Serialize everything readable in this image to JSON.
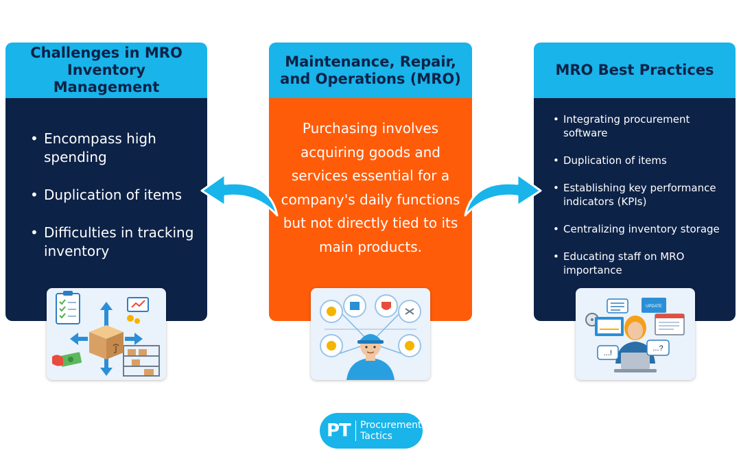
{
  "left": {
    "title": "Challenges in MRO Inventory Management",
    "items": [
      "Encompass high spending",
      "Duplication of items",
      "Difficulties in tracking inventory"
    ]
  },
  "center": {
    "title": "Maintenance, Repair, and Operations (MRO)",
    "body": "Purchasing involves acquiring goods and services essential for a company's daily functions but not directly tied to its main products."
  },
  "right": {
    "title": "MRO Best Practices",
    "items": [
      "Integrating procurement software",
      "Duplication of items",
      "Establishing key performance indicators (KPIs)",
      "Centralizing inventory storage",
      "Educating staff on MRO importance"
    ]
  },
  "illustrations": {
    "left_icon": "inventory-box-icon",
    "center_icon": "technician-icon",
    "right_icon": "office-worker-icon",
    "right_screen_text": "UPDATE",
    "right_bubble_1": "...!",
    "right_bubble_2": "...?"
  },
  "logo": {
    "mark": "PT",
    "line1": "Procurement",
    "line2": "Tactics"
  },
  "colors": {
    "navy": "#0d2247",
    "cyan": "#18b4ea",
    "orange": "#ff5c0a",
    "white": "#ffffff"
  }
}
